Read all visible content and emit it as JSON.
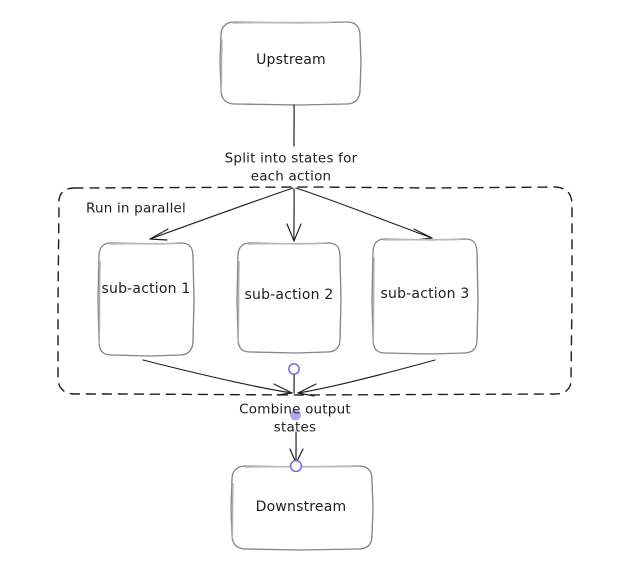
{
  "diagram": {
    "type": "flowchart",
    "style": "hand-drawn-sketch",
    "background_color": "#ffffff",
    "stroke_color": "#1e1e1e",
    "box_stroke_color": "#868686",
    "handle_stroke_color": "#6965db",
    "handle_fill_color": "#b2a9e8",
    "nodes": [
      {
        "id": "upstream",
        "label": "Upstream",
        "shape": "rounded-rect"
      },
      {
        "id": "sub-action-1",
        "label": "sub-action 1",
        "shape": "rounded-rect"
      },
      {
        "id": "sub-action-2",
        "label": "sub-action 2",
        "shape": "rounded-rect"
      },
      {
        "id": "sub-action-3",
        "label": "sub-action 3",
        "shape": "rounded-rect"
      },
      {
        "id": "downstream",
        "label": "Downstream",
        "shape": "rounded-rect"
      }
    ],
    "groups": [
      {
        "id": "parallel-group",
        "label": "Run in parallel",
        "shape": "dashed-rounded-rect"
      }
    ],
    "edge_labels": [
      {
        "id": "split-label",
        "line1": "Split into states for",
        "line2": "each action"
      },
      {
        "id": "combine-label",
        "line1": "Combine output",
        "line2": "states"
      }
    ],
    "handles": [
      {
        "id": "combine-point-handle",
        "kind": "circle-outline"
      },
      {
        "id": "combine-label-handle",
        "kind": "circle-filled"
      },
      {
        "id": "downstream-bind-handle",
        "kind": "circle-outline"
      }
    ]
  }
}
